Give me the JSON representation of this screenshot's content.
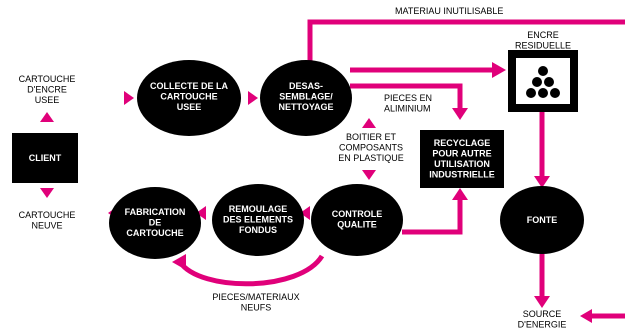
{
  "colors": {
    "accent": "#e0007a",
    "node": "#000000",
    "node_text": "#ffffff",
    "label": "#000000"
  },
  "nodes": {
    "client": [
      "CLIENT"
    ],
    "collecte": [
      "COLLECTE DE LA",
      "CARTOUCHE",
      "USEE"
    ],
    "desassemblage": [
      "DESAS-",
      "SEMBLAGE/",
      "NETTOYAGE"
    ],
    "recyclage": [
      "RECYCLAGE",
      "POUR AUTRE",
      "UTILISATION",
      "INDUSTRIELLE"
    ],
    "encre_icon": "ink-drops-icon",
    "fonte": [
      "FONTE"
    ],
    "controle": [
      "CONTROLE",
      "QUALITE"
    ],
    "remoulage": [
      "REMOULAGE",
      "DES ELEMENTS",
      "FONDUS"
    ],
    "fabrication": [
      "FABRICATION",
      "DE",
      "CARTOUCHE"
    ]
  },
  "labels": {
    "materiau_inutilisable": [
      "MATERIAU INUTILISABLE"
    ],
    "encre_residuelle": [
      "ENCRE",
      "RESIDUELLE"
    ],
    "cartouche_usee": [
      "CARTOUCHE",
      "D'ENCRE",
      "USEE"
    ],
    "cartouche_neuve": [
      "CARTOUCHE",
      "NEUVE"
    ],
    "pieces_aluminium": [
      "PIECES EN",
      "ALIMINIUM"
    ],
    "boitier": [
      "BOITIER ET",
      "COMPOSANTS",
      "EN PLASTIQUE"
    ],
    "pieces_neufs": [
      "PIECES/MATERIAUX",
      "NEUFS"
    ],
    "source_energie": [
      "SOURCE",
      "D'ENERGIE"
    ]
  }
}
